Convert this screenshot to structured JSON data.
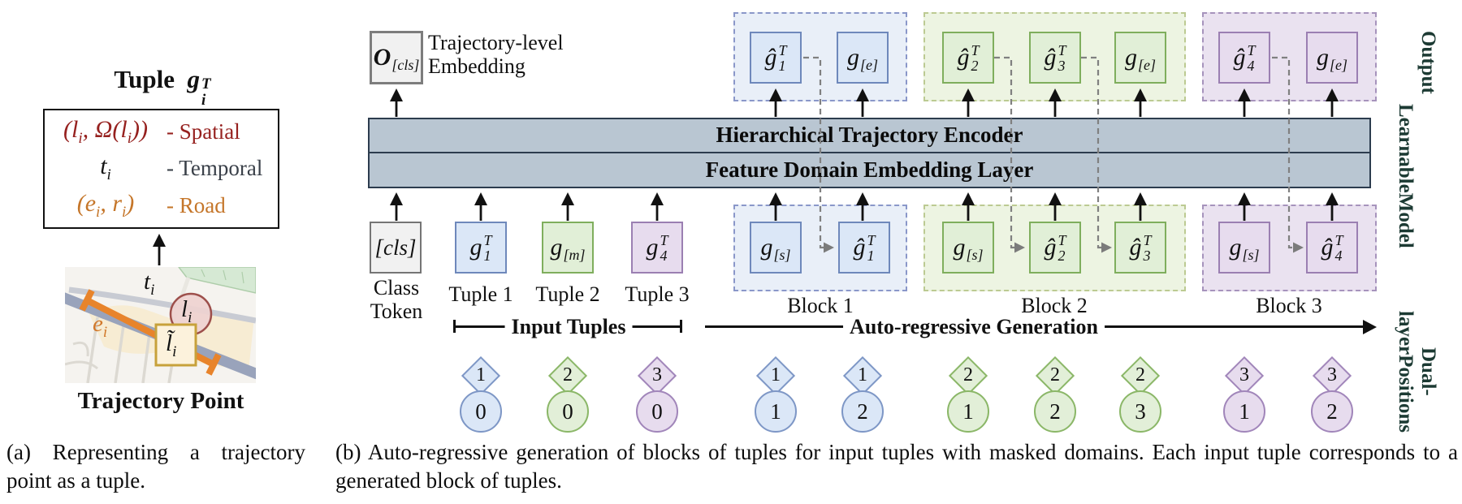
{
  "colors": {
    "accent_blue": "#6e88bb",
    "accent_green": "#7fae5d",
    "accent_purple": "#9b7fb2",
    "encoder_fill": "#b9c6d2",
    "encoder_border": "#2c3c4e",
    "side_label_green": "#1c3a33",
    "spatial_red": "#96211f",
    "road_orange": "#c5762a",
    "edge_orange": "#e8842b"
  },
  "panel_a": {
    "title_word": "Tuple",
    "title_math": {
      "base": "g",
      "sup": "T",
      "sub": "i"
    },
    "rows": [
      {
        "s1": "(l",
        "sub1": "i",
        "s2": ", Ω(l",
        "sub2": "i",
        "s3": "))",
        "label": "- Spatial"
      },
      {
        "s1": "t",
        "sub1": "i",
        "s2": "",
        "sub2": "",
        "s3": "",
        "label": "- Temporal"
      },
      {
        "s1": "(e",
        "sub1": "i",
        "s2": ", r",
        "sub2": "i",
        "s3": ")",
        "label": "- Road"
      }
    ],
    "map": {
      "t": {
        "base": "t",
        "sub": "i"
      },
      "e": {
        "base": "e",
        "sub": "i"
      },
      "l": {
        "base": "l",
        "sub": "i"
      },
      "lt": {
        "base": "l̃",
        "sub": "i"
      }
    },
    "map_title": "Trajectory Point",
    "caption": "(a) Representing a trajectory point as a tuple."
  },
  "panel_b": {
    "ocls": {
      "base": "O",
      "sub": "[cls]"
    },
    "ocls_label_line1": "Trajectory-level",
    "ocls_label_line2": "Embedding",
    "encoder_top": "Hierarchical Trajectory Encoder",
    "encoder_bottom": "Feature Domain Embedding Layer",
    "inputs": {
      "cls": {
        "base": "[cls]"
      },
      "g1": {
        "base": "g",
        "sup": "T",
        "sub": "1"
      },
      "gm": {
        "base": "g",
        "sub": "[m]"
      },
      "g4": {
        "base": "g",
        "sup": "T",
        "sub": "4"
      }
    },
    "outputs": {
      "b1": {
        "t1": {
          "base": "ĝ",
          "sup": "T",
          "sub": "1"
        },
        "ge": {
          "base": "g",
          "sub": "[e]"
        }
      },
      "b2": {
        "t1": {
          "base": "ĝ",
          "sup": "T",
          "sub": "2"
        },
        "t2": {
          "base": "ĝ",
          "sup": "T",
          "sub": "3"
        },
        "ge": {
          "base": "g",
          "sub": "[e]"
        }
      },
      "b3": {
        "t1": {
          "base": "ĝ",
          "sup": "T",
          "sub": "4"
        },
        "ge": {
          "base": "g",
          "sub": "[e]"
        }
      }
    },
    "blocks": {
      "b1": {
        "gs": {
          "base": "g",
          "sub": "[s]"
        },
        "t1": {
          "base": "ĝ",
          "sup": "T",
          "sub": "1"
        }
      },
      "b2": {
        "gs": {
          "base": "g",
          "sub": "[s]"
        },
        "t1": {
          "base": "ĝ",
          "sup": "T",
          "sub": "2"
        },
        "t2": {
          "base": "ĝ",
          "sup": "T",
          "sub": "3"
        }
      },
      "b3": {
        "gs": {
          "base": "g",
          "sub": "[s]"
        },
        "t1": {
          "base": "ĝ",
          "sup": "T",
          "sub": "4"
        }
      }
    },
    "labels": {
      "class_token_1": "Class",
      "class_token_2": "Token",
      "tuple1": "Tuple 1",
      "tuple2": "Tuple 2",
      "tuple3": "Tuple 3",
      "input_tuples": "Input Tuples",
      "block1": "Block 1",
      "block2": "Block 2",
      "block3": "Block 3",
      "autoregressive": "Auto-regressive Generation"
    },
    "positions": [
      {
        "diamond": "1",
        "circle": "0"
      },
      {
        "diamond": "2",
        "circle": "0"
      },
      {
        "diamond": "3",
        "circle": "0"
      },
      {
        "diamond": "1",
        "circle": "1"
      },
      {
        "diamond": "1",
        "circle": "2"
      },
      {
        "diamond": "2",
        "circle": "1"
      },
      {
        "diamond": "2",
        "circle": "2"
      },
      {
        "diamond": "2",
        "circle": "3"
      },
      {
        "diamond": "3",
        "circle": "1"
      },
      {
        "diamond": "3",
        "circle": "2"
      }
    ],
    "side_labels": {
      "output": "Output",
      "learnable_1": "Learnable",
      "learnable_2": "Model",
      "dual_1": "Dual-layer",
      "dual_2": "Positions"
    },
    "caption": "(b) Auto-regressive generation of blocks of tuples for input tuples with masked domains. Each input tuple corresponds to a generated block of tuples."
  }
}
